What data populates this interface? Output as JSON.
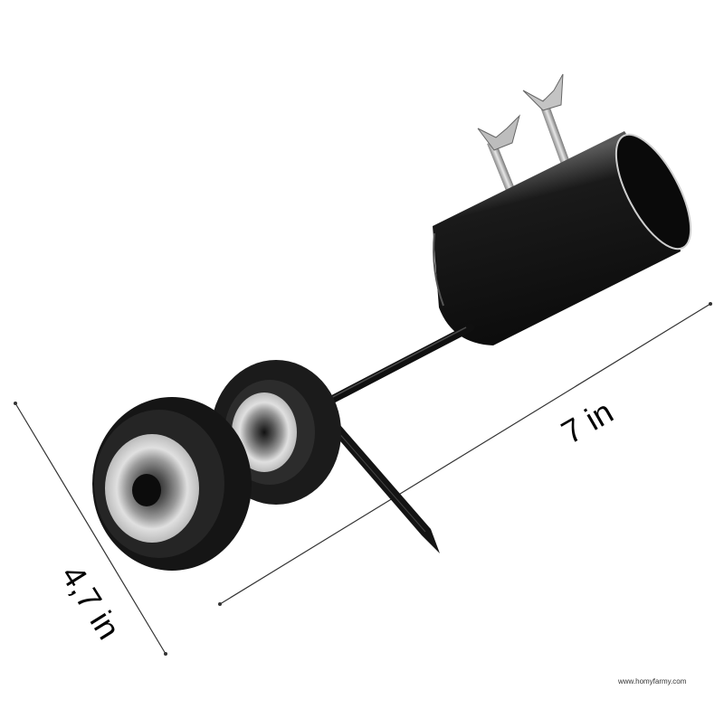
{
  "product": {
    "name": "Weed puller / crack weeder attachment with wheels",
    "parts": [
      "pole-socket-cylinder",
      "wing-nut-clamps",
      "steel-shaft",
      "twin-rubber-wheels",
      "pointed-weeding-hook"
    ]
  },
  "dimensions": {
    "length_label": "7 in",
    "height_label": "4,7 in"
  },
  "watermark": "www.homyfarmy.com",
  "colors": {
    "background": "#ffffff",
    "metal_black": "#141414",
    "wheel_hub": "#c8c8c8",
    "dimension_line": "#333333"
  }
}
